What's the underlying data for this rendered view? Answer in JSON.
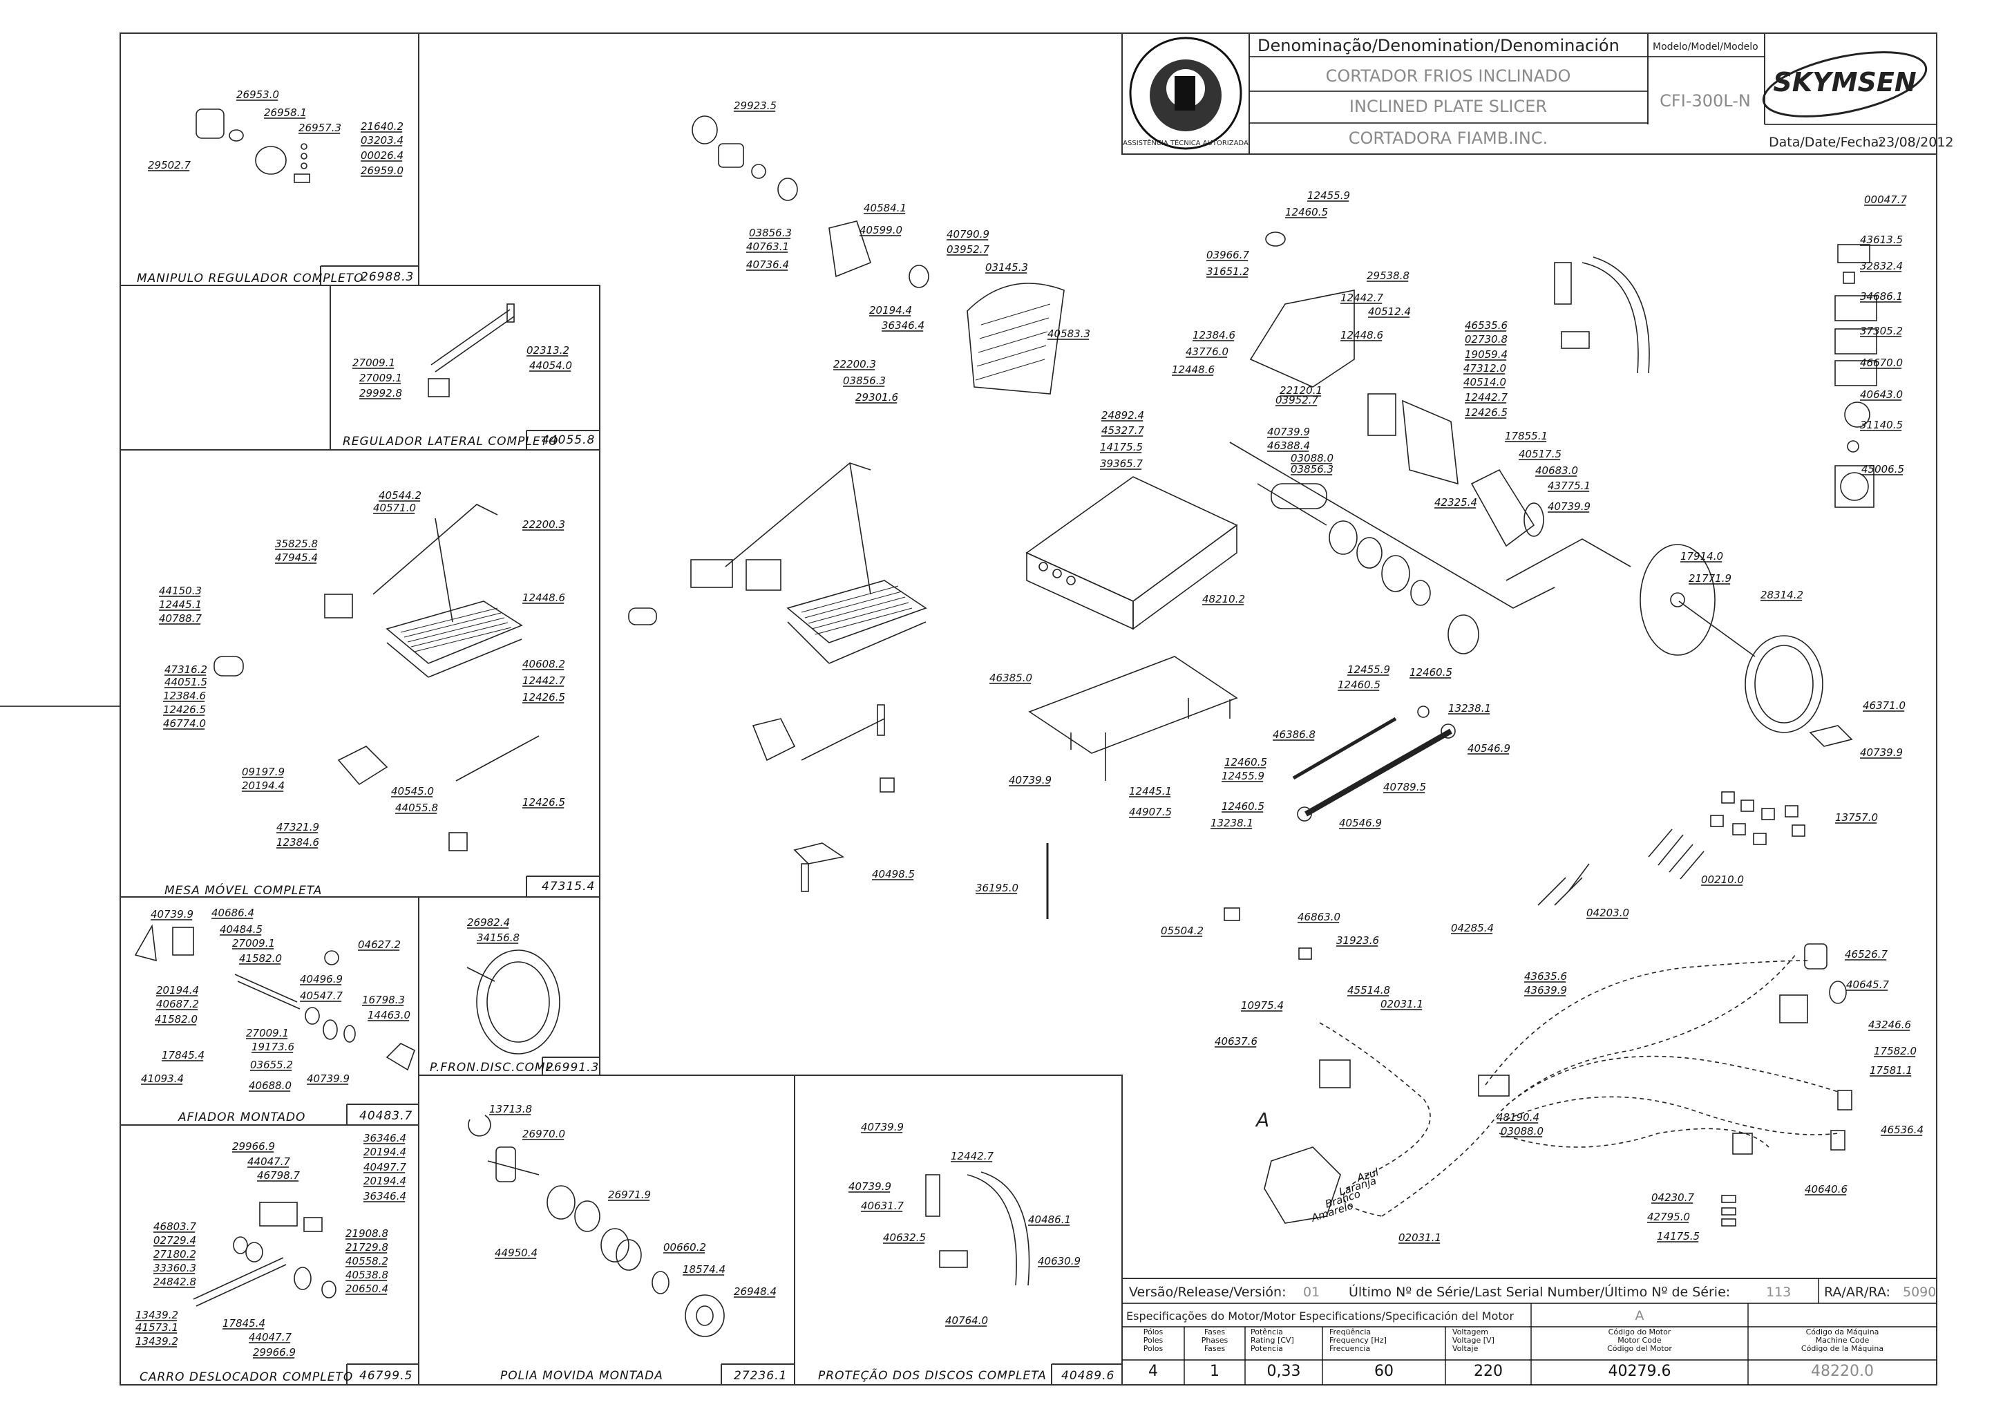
{
  "title_block": {
    "denomination_header": "Denominação/Denomination/Denominación",
    "name_pt": "CORTADOR FRIOS INCLINADO",
    "name_en": "INCLINED PLATE SLICER",
    "name_es": "CORTADORA FIAMB.INC.",
    "model_header": "Modelo/Model/Modelo",
    "model": "CFI-300L-N",
    "brand": "SKYMSEN",
    "seal_text": "ASSISTÊNCIA TÉCNICA AUTORIZADA",
    "date_label": "Data/Date/Fecha:",
    "date": "23/08/2012"
  },
  "release_row": {
    "version_label": "Versão/Release/Versión:",
    "version": "01",
    "serial_label": "Último Nº de Série/Last Serial Number/Último Nº de Série:",
    "serial": "113",
    "ra_label": "RA/AR/RA:",
    "ra": "5090"
  },
  "motor_spec": {
    "header": "Especificações do Motor/Motor Especifications/Specificación del Motor",
    "variant": "A",
    "columns": [
      {
        "label": "Pólos\nPoles\nPolos",
        "value": "4"
      },
      {
        "label": "Fases\nPhases\nFases",
        "value": "1"
      },
      {
        "label": "Potência\nRating [CV]\nPotencia",
        "value": "0,33"
      },
      {
        "label": "Freqüência\nFrequency [Hz]\nFrecuencia",
        "value": "60"
      },
      {
        "label": "Voltagem\nVoltage [V]\nVoltaje",
        "value": "220"
      },
      {
        "label": "Código do Motor\nMotor Code\nCódigo del Motor",
        "value": "40279.6"
      },
      {
        "label": "Código da Máquina\nMachine Code\nCódigo de la Máquina",
        "value": "48220.0"
      }
    ]
  },
  "assemblies": [
    {
      "caption": "MANIPULO REGULADOR COMPLETO",
      "code": "26988.3"
    },
    {
      "caption": "REGULADOR LATERAL COMPLETO",
      "code": "44055.8"
    },
    {
      "caption": "MESA MÓVEL COMPLETA",
      "code": "47315.4"
    },
    {
      "caption": "AFIADOR MONTADO",
      "code": "40483.7"
    },
    {
      "caption": "P.FRON.DISC.COMP.",
      "code": "26991.3"
    },
    {
      "caption": "CARRO DESLOCADOR COMPLETO",
      "code": "46799.5"
    },
    {
      "caption": "POLIA MOVIDA MONTADA",
      "code": "27236.1"
    },
    {
      "caption": "PROTEÇÃO DOS DISCOS COMPLETA",
      "code": "40489.6"
    }
  ],
  "wire_colors": [
    "Azul",
    "Laranja",
    "Branco",
    "Amarelo"
  ],
  "motor_marker": "A",
  "part_labels": [
    "26953.0",
    "26958.1",
    "26957.3",
    "21640.2",
    "03203.4",
    "00026.4",
    "26959.0",
    "29502.7",
    "02313.2",
    "27009.1",
    "44054.0",
    "27009.1",
    "29992.8",
    "40544.2",
    "40571.0",
    "22200.3",
    "35825.8",
    "47945.4",
    "44150.3",
    "12445.1",
    "40788.7",
    "12448.6",
    "47316.2",
    "44051.5",
    "12384.6",
    "12426.5",
    "46774.0",
    "40608.2",
    "12442.7",
    "12426.5",
    "09197.9",
    "20194.4",
    "40545.0",
    "44055.8",
    "12426.5",
    "47321.9",
    "12384.6",
    "40739.9",
    "40686.4",
    "40484.5",
    "27009.1",
    "41582.0",
    "04627.2",
    "40496.9",
    "40547.7",
    "16798.3",
    "20194.4",
    "40687.2",
    "41582.0",
    "14463.0",
    "27009.1",
    "19173.6",
    "17845.4",
    "03655.2",
    "41093.4",
    "40688.0",
    "40739.9",
    "26982.4",
    "34156.8",
    "29966.9",
    "44047.7",
    "46798.7",
    "36346.4",
    "20194.4",
    "40497.7",
    "20194.4",
    "36346.4",
    "46803.7",
    "02729.4",
    "27180.2",
    "33360.3",
    "24842.8",
    "21908.8",
    "21729.8",
    "40558.2",
    "40538.8",
    "20650.4",
    "13439.2",
    "41573.1",
    "13439.2",
    "17845.4",
    "44047.7",
    "29966.9",
    "13713.8",
    "26970.0",
    "26971.9",
    "44950.4",
    "00660.2",
    "18574.4",
    "26948.4",
    "40739.9",
    "12442.7",
    "40739.9",
    "40631.7",
    "40486.1",
    "40632.5",
    "40630.9",
    "40764.0",
    "29923.5",
    "40584.1",
    "03856.3",
    "40763.1",
    "40599.0",
    "40790.9",
    "40736.4",
    "03952.7",
    "03145.3",
    "20194.4",
    "36346.4",
    "40583.3",
    "22200.3",
    "03856.3",
    "29301.6",
    "40498.5",
    "36195.0",
    "12455.9",
    "12460.5",
    "03966.7",
    "31651.2",
    "29538.8",
    "12442.7",
    "40512.4",
    "12448.6",
    "12384.6",
    "43776.0",
    "12448.6",
    "22120.1",
    "03952.7",
    "46535.6",
    "02730.8",
    "19059.4",
    "47312.0",
    "40514.0",
    "12442.7",
    "12426.5",
    "40739.9",
    "46388.4",
    "03088.0",
    "03856.3",
    "17855.1",
    "40517.5",
    "42325.4",
    "40683.0",
    "43775.1",
    "40739.9",
    "24892.4",
    "45327.7",
    "14175.5",
    "39365.7",
    "48210.2",
    "46385.0",
    "40739.9",
    "12445.1",
    "44907.5",
    "12455.9",
    "12460.5",
    "12460.5",
    "13238.1",
    "46386.8",
    "40546.9",
    "12460.5",
    "12455.9",
    "40789.5",
    "12460.5",
    "13238.1",
    "40546.9",
    "17914.0",
    "21771.9",
    "28314.2",
    "46371.0",
    "40739.9",
    "00047.7",
    "43613.5",
    "32832.4",
    "34686.1",
    "37305.2",
    "46670.0",
    "40643.0",
    "31140.5",
    "45006.5",
    "13757.0",
    "00210.0",
    "04203.0",
    "05504.2",
    "46863.0",
    "31923.6",
    "04285.4",
    "45514.8",
    "10975.4",
    "02031.1",
    "40637.6",
    "43635.6",
    "43639.9",
    "46526.7",
    "40645.7",
    "43246.6",
    "17582.0",
    "17581.1",
    "48190.4",
    "03088.0",
    "46536.4",
    "40640.6",
    "04230.7",
    "42795.0",
    "14175.5",
    "02031.1"
  ]
}
